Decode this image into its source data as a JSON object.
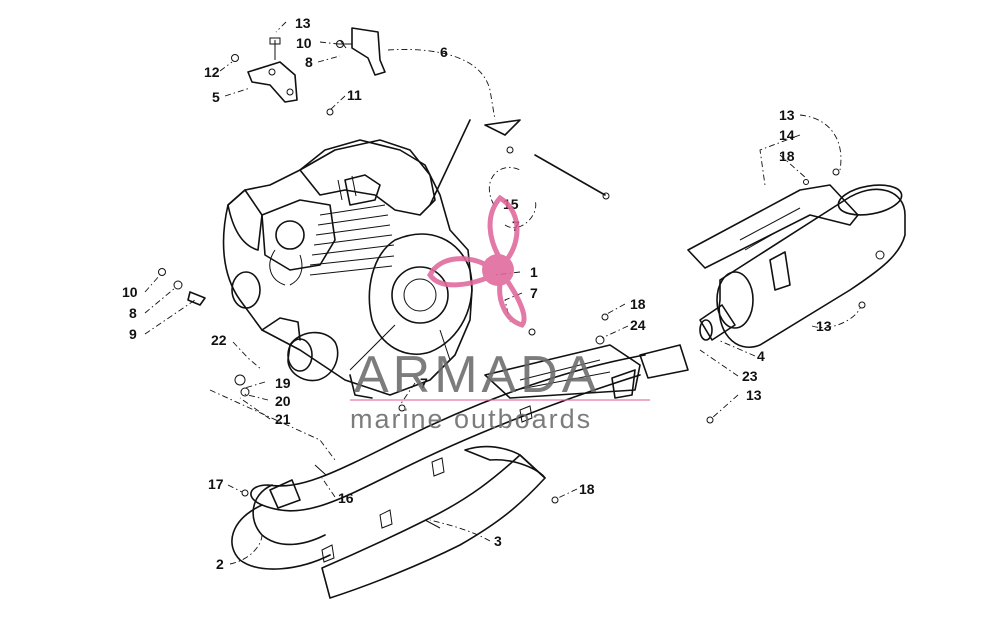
{
  "watermark": {
    "brand": "ARMADA",
    "tagline": "marine outboards",
    "brand_color": "#6b6b6b",
    "accent_color": "#e0679a"
  },
  "callouts": [
    {
      "id": "c-13-top",
      "text": "13"
    },
    {
      "id": "c-10-top",
      "text": "10"
    },
    {
      "id": "c-6",
      "text": "6"
    },
    {
      "id": "c-8-top",
      "text": "8"
    },
    {
      "id": "c-12",
      "text": "12"
    },
    {
      "id": "c-5",
      "text": "5"
    },
    {
      "id": "c-11",
      "text": "11"
    },
    {
      "id": "c-13-right-top",
      "text": "13"
    },
    {
      "id": "c-14",
      "text": "14"
    },
    {
      "id": "c-18-right",
      "text": "18"
    },
    {
      "id": "c-15",
      "text": "15"
    },
    {
      "id": "c-7-a",
      "text": "7"
    },
    {
      "id": "c-1",
      "text": "1"
    },
    {
      "id": "c-7-b",
      "text": "7"
    },
    {
      "id": "c-10-left",
      "text": "10"
    },
    {
      "id": "c-8-left",
      "text": "8"
    },
    {
      "id": "c-9",
      "text": "9"
    },
    {
      "id": "c-22",
      "text": "22"
    },
    {
      "id": "c-18-mid",
      "text": "18"
    },
    {
      "id": "c-24",
      "text": "24"
    },
    {
      "id": "c-13-right-mid",
      "text": "13"
    },
    {
      "id": "c-4",
      "text": "4"
    },
    {
      "id": "c-23",
      "text": "23"
    },
    {
      "id": "c-13-right-low",
      "text": "13"
    },
    {
      "id": "c-19",
      "text": "19"
    },
    {
      "id": "c-20",
      "text": "20"
    },
    {
      "id": "c-21",
      "text": "21"
    },
    {
      "id": "c-7-c",
      "text": "7"
    },
    {
      "id": "c-17",
      "text": "17"
    },
    {
      "id": "c-16",
      "text": "16"
    },
    {
      "id": "c-18-bottom",
      "text": "18"
    },
    {
      "id": "c-3",
      "text": "3"
    },
    {
      "id": "c-2",
      "text": "2"
    }
  ]
}
